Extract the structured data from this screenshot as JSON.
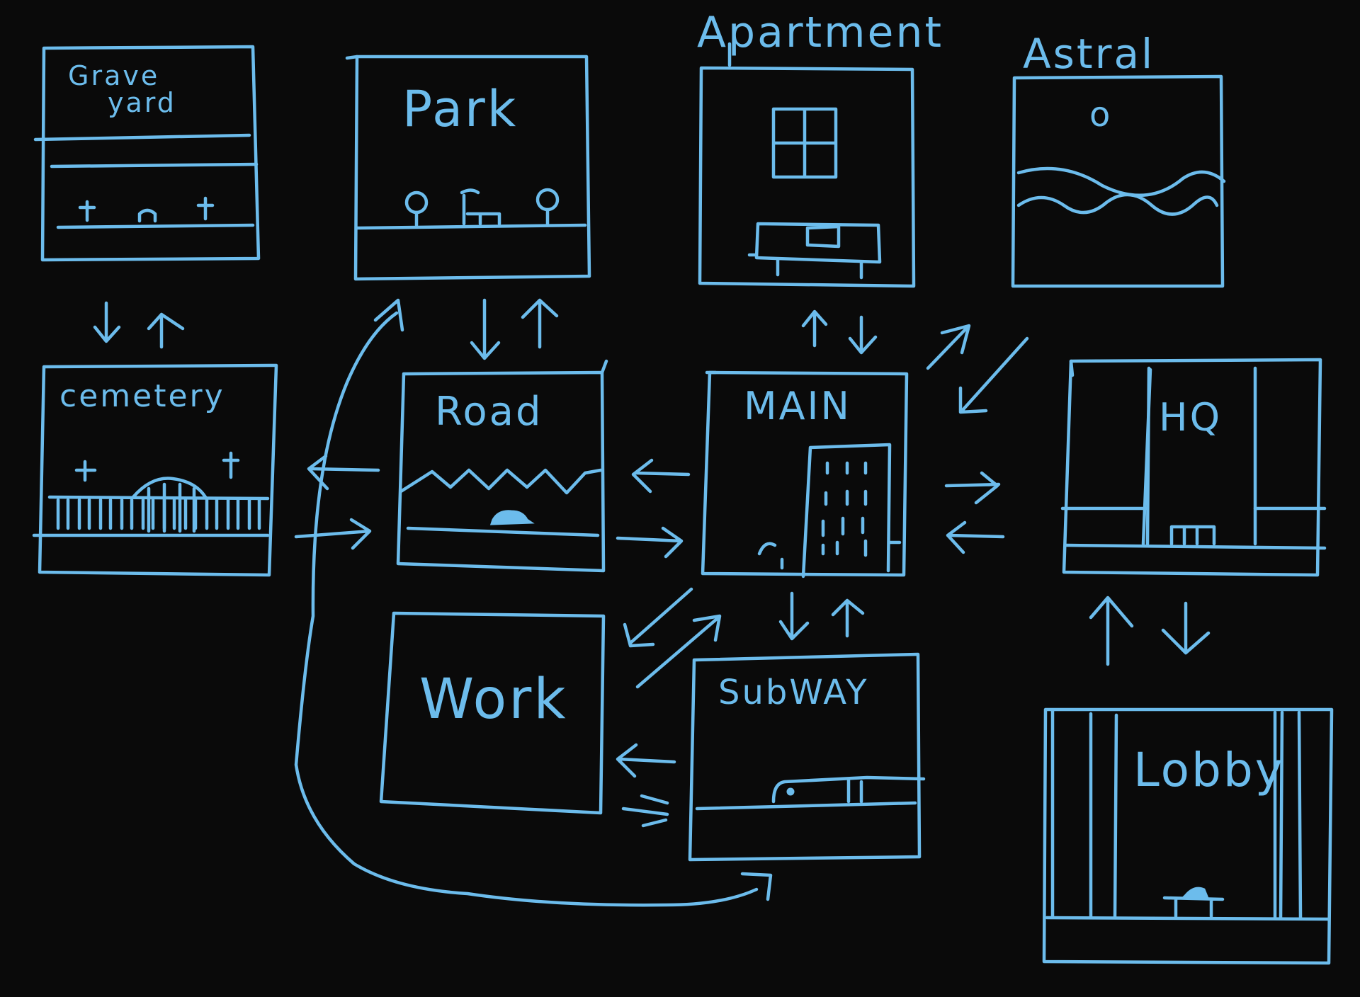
{
  "rooms": {
    "graveyard": {
      "label_line1": "Grave",
      "label_line2": "yard"
    },
    "park": {
      "label": "Park"
    },
    "apartment": {
      "label": "Apartment"
    },
    "astral": {
      "label": "Astral",
      "moon_text": "o"
    },
    "cemetery": {
      "label": "cemetery"
    },
    "road": {
      "label": "Road"
    },
    "main": {
      "label": "MAIN"
    },
    "hq": {
      "label": "HQ"
    },
    "work": {
      "label": "Work"
    },
    "subway": {
      "label": "SubWAY"
    },
    "lobby": {
      "label": "Lobby"
    }
  },
  "connections": [
    [
      "graveyard",
      "cemetery",
      "two-way"
    ],
    [
      "park",
      "road",
      "two-way"
    ],
    [
      "apartment",
      "main",
      "two-way"
    ],
    [
      "astral",
      "main",
      "two-way"
    ],
    [
      "cemetery",
      "road",
      "two-way"
    ],
    [
      "road",
      "main",
      "two-way"
    ],
    [
      "main",
      "hq",
      "two-way"
    ],
    [
      "main",
      "subway",
      "two-way"
    ],
    [
      "main",
      "work",
      "two-way"
    ],
    [
      "work",
      "subway",
      "two-way"
    ],
    [
      "hq",
      "lobby",
      "two-way"
    ],
    [
      "subway",
      "park",
      "two-way"
    ]
  ],
  "colors": {
    "ink": "#6cbcec",
    "background": "#0a0a0a"
  }
}
